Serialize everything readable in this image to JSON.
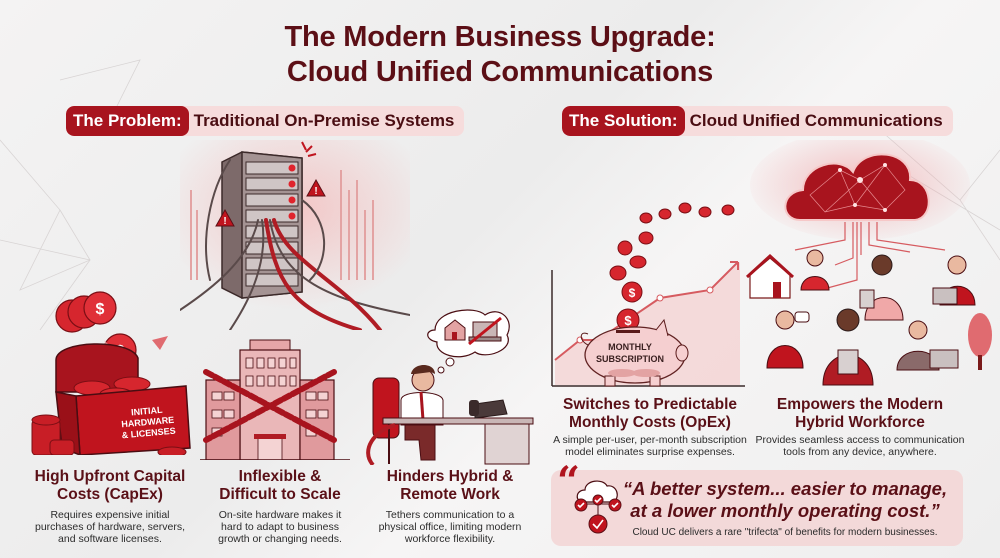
{
  "title": {
    "line1": "The Modern Business Upgrade:",
    "line2": "Cloud Unified Communications"
  },
  "problem": {
    "tag": "The Problem:",
    "heading": "Traditional On-Premise Systems",
    "chest_label": [
      "INITIAL",
      "HARDWARE",
      "& LICENSES"
    ],
    "cards": [
      {
        "title_line1": "High Upfront Capital",
        "title_line2": "Costs (CapEx)",
        "desc_line1": "Requires expensive initial",
        "desc_line2": "purchases of hardware, servers,",
        "desc_line3": "and software licenses."
      },
      {
        "title_line1": "Inflexible &",
        "title_line2": "Difficult to Scale",
        "desc_line1": "On-site hardware makes it",
        "desc_line2": "hard to adapt to business",
        "desc_line3": "growth or changing needs."
      },
      {
        "title_line1": "Hinders Hybrid &",
        "title_line2": "Remote Work",
        "desc_line1": "Tethers communication to a",
        "desc_line2": "physical office, limiting modern",
        "desc_line3": "workforce flexibility."
      }
    ]
  },
  "solution": {
    "tag": "The Solution:",
    "heading": "Cloud Unified Communications",
    "piggy_label": [
      "MONTHLY",
      "SUBSCRIPTION"
    ],
    "cards": [
      {
        "title_line1": "Switches to Predictable",
        "title_line2": "Monthly Costs (OpEx)",
        "desc_line1": "A simple per-user, per-month subscription",
        "desc_line2": "model eliminates surprise expenses."
      },
      {
        "title_line1": "Empowers the Modern",
        "title_line2": "Hybrid Workforce",
        "desc_line1": "Provides seamless access to communication",
        "desc_line2": "tools from any device, anywhere."
      }
    ]
  },
  "quote": {
    "mark": "“",
    "line1": "“A better system... easier to manage,",
    "line2": "at a lower monthly operating cost.”",
    "sub": "Cloud UC delivers a rare \"trifecta\" of benefits for modern businesses."
  },
  "colors": {
    "brand_red": "#a8141e",
    "title_maroon": "#5c0f16",
    "header_pink": "#f6dcdc",
    "quote_bg": "#f3d9d9"
  }
}
